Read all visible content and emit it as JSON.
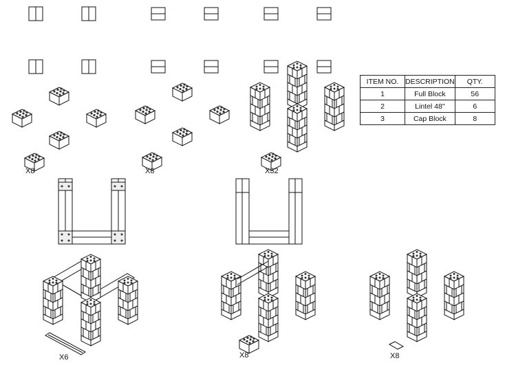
{
  "bom": {
    "headers": [
      "ITEM NO.",
      "DESCRIPTION",
      "QTY."
    ],
    "rows": [
      {
        "item": "1",
        "description": "Full Block",
        "qty": "56"
      },
      {
        "item": "2",
        "description": "Lintel 48\"",
        "qty": "6"
      },
      {
        "item": "3",
        "description": "Cap Block",
        "qty": "8"
      }
    ]
  },
  "quantities": {
    "step1_blocks": "X8",
    "step2_blocks": "X8",
    "step3_blocks": "X32",
    "step4_lintels": "X6",
    "step5_blocks": "X8",
    "step6_caps": "X8"
  }
}
